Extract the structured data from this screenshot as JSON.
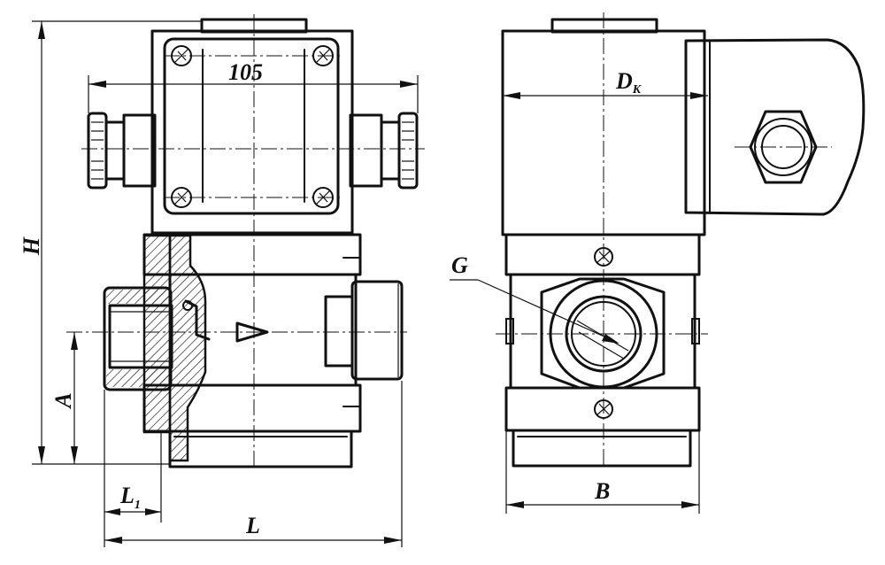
{
  "labels": {
    "dim_105": "105",
    "dk_main": "D",
    "dk_sub": "K",
    "g": "G",
    "h": "H",
    "a": "A",
    "l1_main": "L",
    "l1_sub": "1",
    "l": "L",
    "b": "B"
  }
}
